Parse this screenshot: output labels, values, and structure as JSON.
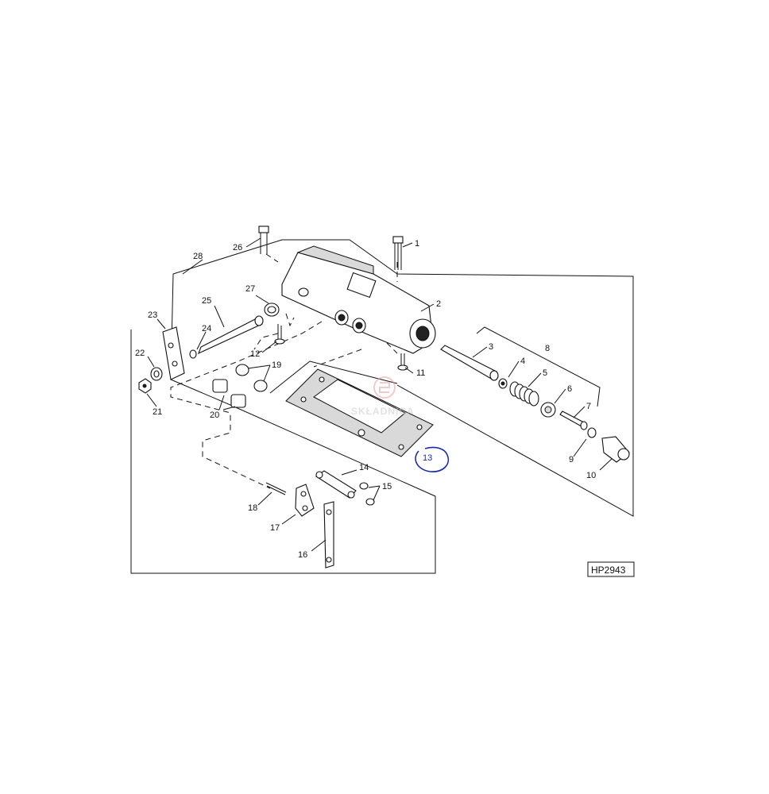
{
  "diagram": {
    "code": "HP2943",
    "watermark": "SKŁADNICA",
    "highlighted_part": "13",
    "colors": {
      "highlight": "#1b2aa8",
      "watermark": "#c9c9c9",
      "ink": "#111111"
    },
    "callouts": [
      "1",
      "2",
      "3",
      "4",
      "5",
      "6",
      "7",
      "8",
      "9",
      "10",
      "11",
      "12",
      "13",
      "14",
      "15",
      "16",
      "17",
      "18",
      "19",
      "20",
      "21",
      "22",
      "23",
      "24",
      "25",
      "26",
      "27",
      "28"
    ]
  }
}
